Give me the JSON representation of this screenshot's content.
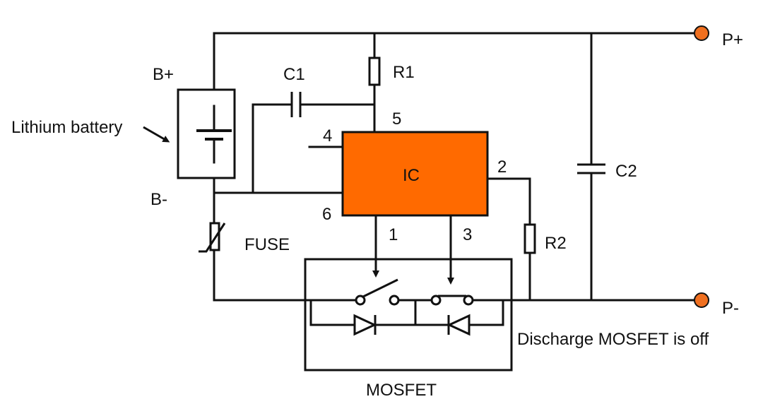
{
  "terminals": {
    "p_plus": "P+",
    "p_minus": "P-",
    "b_plus": "B+",
    "b_minus": "B-"
  },
  "battery": {
    "label": "Lithium battery"
  },
  "fuse": {
    "label": "FUSE"
  },
  "resistors": {
    "r1": "R1",
    "r2": "R2"
  },
  "capacitors": {
    "c1": "C1",
    "c2": "C2"
  },
  "ic": {
    "label": "IC",
    "pins": {
      "p1": "1",
      "p2": "2",
      "p3": "3",
      "p4": "4",
      "p5": "5",
      "p6": "6"
    }
  },
  "mosfet": {
    "label": "MOSFET"
  },
  "status": "Discharge MOSFET is off",
  "colors": {
    "ic_fill": "#FF6A00",
    "terminal": "#F07020",
    "line": "#111111"
  }
}
